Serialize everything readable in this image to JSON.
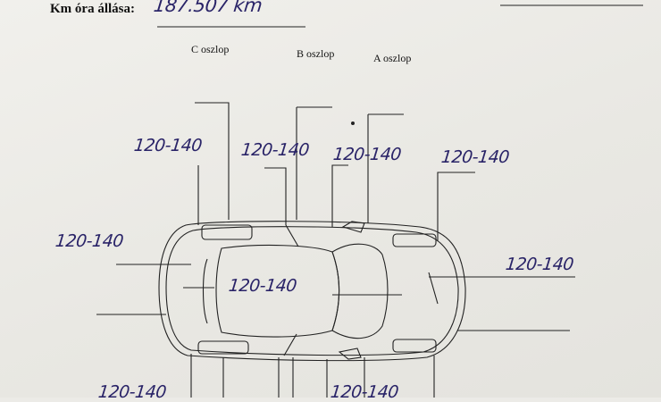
{
  "header": {
    "km_label": "Km óra állása:",
    "km_value": "187.507 km"
  },
  "pillars": {
    "c": "C oszlop",
    "b": "B oszlop",
    "a": "A oszlop"
  },
  "measurements": [
    "120-140",
    "120-140",
    "120-140",
    "120-140",
    "120-140",
    "120-140",
    "120-140",
    "120-140",
    "120-140"
  ]
}
